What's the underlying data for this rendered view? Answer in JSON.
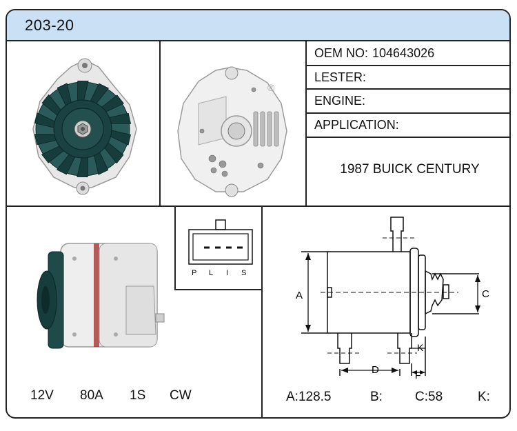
{
  "header": {
    "model": "203-20"
  },
  "specs": [
    {
      "label": "OEM NO:",
      "value": "104643026"
    },
    {
      "label": "LESTER:",
      "value": ""
    },
    {
      "label": "ENGINE:",
      "value": ""
    },
    {
      "label": "APPLICATION:",
      "value": ""
    }
  ],
  "application_value": "1987 BUICK CENTURY",
  "connector": {
    "pins": [
      "P",
      "L",
      "I",
      "S"
    ]
  },
  "electrical": {
    "voltage": "12V",
    "amperage": "80A",
    "connector": "1S",
    "rotation": "CW"
  },
  "diagram": {
    "labels": {
      "a": "A",
      "c": "C",
      "d": "D",
      "f": "F",
      "k": "K"
    }
  },
  "dimensions": [
    {
      "label": "A:",
      "value": "128.5"
    },
    {
      "label": "B:",
      "value": ""
    },
    {
      "label": "C:",
      "value": "58"
    },
    {
      "label": "K:",
      "value": ""
    }
  ],
  "colors": {
    "header_bg": "#c9e0f5",
    "border": "#222222",
    "pulley": "#1f4a4a"
  },
  "registered_mark": "®"
}
